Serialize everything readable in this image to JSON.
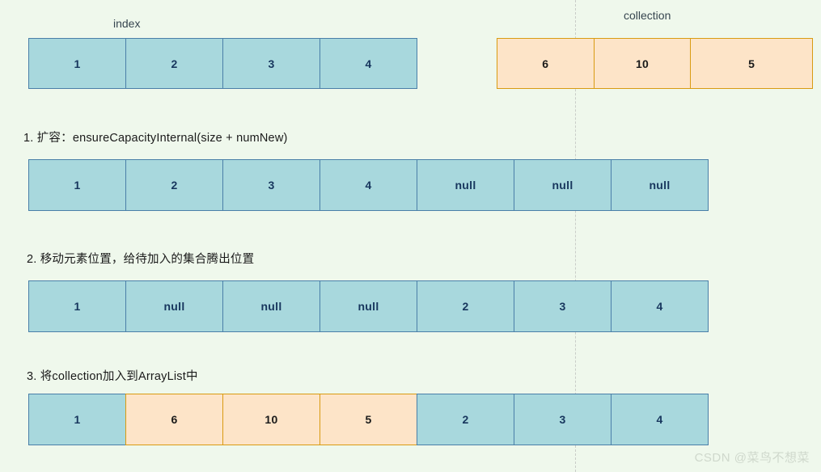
{
  "background_color": "#eff8ec",
  "colors": {
    "blue_fill": "#a8d8dd",
    "blue_border": "#4a7fa8",
    "orange_fill": "#fde4c8",
    "orange_border": "#d99b12",
    "divider": "#c9cdc8",
    "text": "#1a1a1a",
    "watermark": "#cfd8cc"
  },
  "labels": {
    "index": "index",
    "collection": "collection"
  },
  "steps": {
    "step1": "1. 扩容：ensureCapacityInternal(size + numNew)",
    "step2": "2. 移动元素位置，给待加入的集合腾出位置",
    "step3": "3. 将collection加入到ArrayList中"
  },
  "rows": {
    "original_array": {
      "name": "index",
      "cells": [
        {
          "value": "1",
          "type": "blue"
        },
        {
          "value": "2",
          "type": "blue"
        },
        {
          "value": "3",
          "type": "blue"
        },
        {
          "value": "4",
          "type": "blue"
        }
      ]
    },
    "collection": {
      "name": "collection",
      "cells": [
        {
          "value": "6",
          "type": "orange"
        },
        {
          "value": "10",
          "type": "orange"
        },
        {
          "value": "5",
          "type": "orange"
        }
      ]
    },
    "after_expand": {
      "cells": [
        {
          "value": "1",
          "type": "blue"
        },
        {
          "value": "2",
          "type": "blue"
        },
        {
          "value": "3",
          "type": "blue"
        },
        {
          "value": "4",
          "type": "blue"
        },
        {
          "value": "null",
          "type": "blue"
        },
        {
          "value": "null",
          "type": "blue"
        },
        {
          "value": "null",
          "type": "blue"
        }
      ]
    },
    "after_shift": {
      "cells": [
        {
          "value": "1",
          "type": "blue"
        },
        {
          "value": "null",
          "type": "blue"
        },
        {
          "value": "null",
          "type": "blue"
        },
        {
          "value": "null",
          "type": "blue"
        },
        {
          "value": "2",
          "type": "blue"
        },
        {
          "value": "3",
          "type": "blue"
        },
        {
          "value": "4",
          "type": "blue"
        }
      ]
    },
    "after_insert": {
      "cells": [
        {
          "value": "1",
          "type": "blue"
        },
        {
          "value": "6",
          "type": "orange"
        },
        {
          "value": "10",
          "type": "orange"
        },
        {
          "value": "5",
          "type": "orange"
        },
        {
          "value": "2",
          "type": "blue"
        },
        {
          "value": "3",
          "type": "blue"
        },
        {
          "value": "4",
          "type": "blue"
        }
      ]
    }
  },
  "watermark": "CSDN @菜鸟不想菜"
}
